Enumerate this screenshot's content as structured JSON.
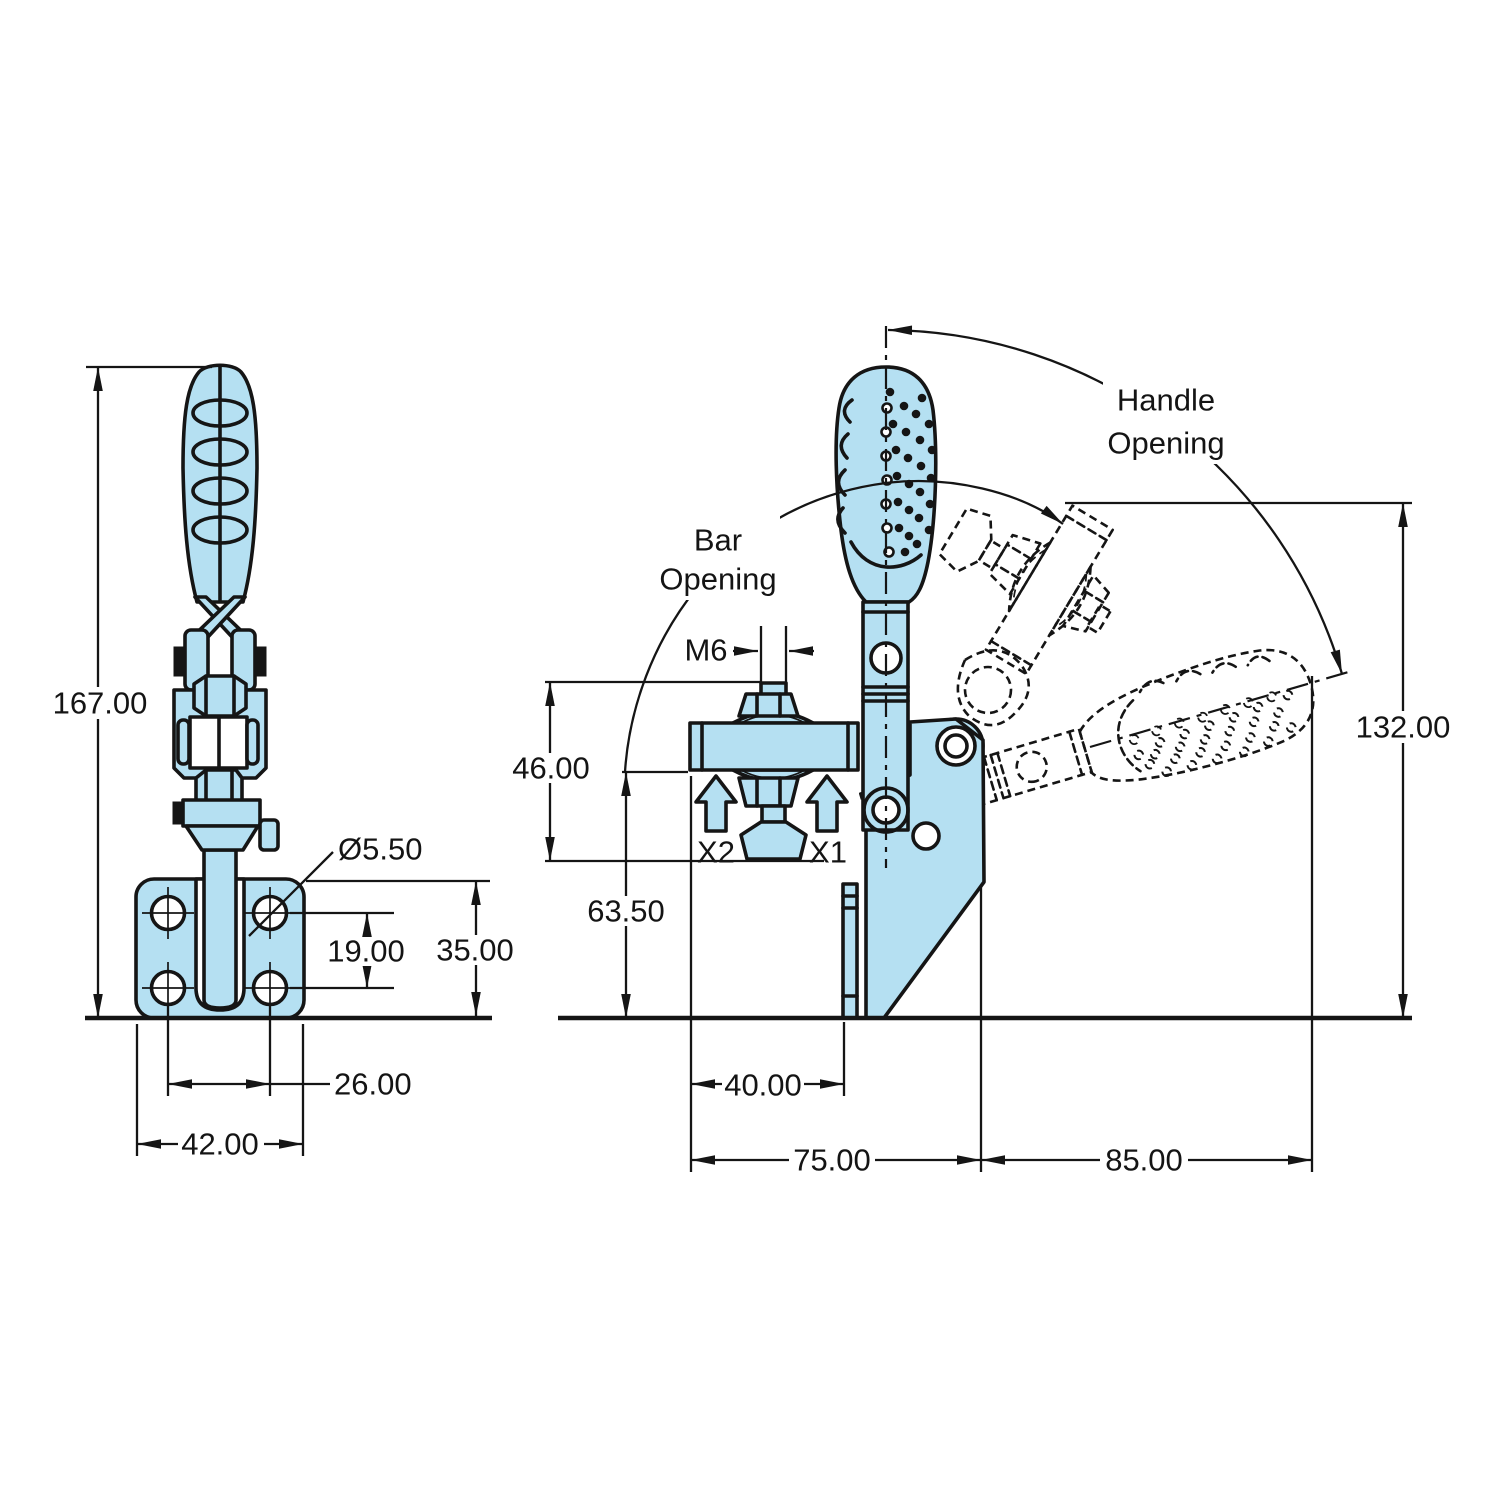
{
  "colors": {
    "part_fill": "#b5e0f2",
    "line": "#151515",
    "background": "#ffffff"
  },
  "views": {
    "front": {
      "overall_height": "167.00",
      "hole_diameter": "Ø5.50",
      "hole_row_spacing": "19.00",
      "plate_height": "35.00",
      "hole_column_spacing": "26.00",
      "plate_width": "42.00"
    },
    "side": {
      "spindle_thread": "M6",
      "clamp_section_height": "46.00",
      "base_to_bar_height": "63.50",
      "spindle_label_left": "X2",
      "spindle_label_right": "X1",
      "bar_length": "40.00",
      "body_length": "75.00",
      "open_handle_reach": "85.00",
      "open_overall_height": "132.00",
      "bar_opening": {
        "line1": "Bar",
        "line2": "Opening"
      },
      "handle_opening": {
        "line1": "Handle",
        "line2": "Opening"
      }
    }
  }
}
